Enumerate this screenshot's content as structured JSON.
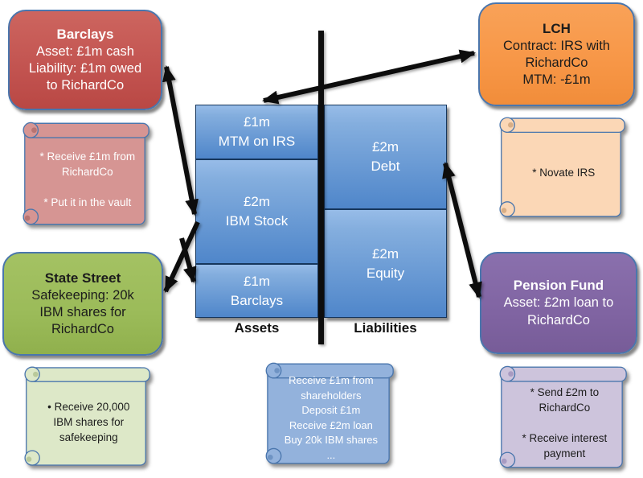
{
  "palette": {
    "barclays_fill": "#c0504d",
    "lch_fill": "#f79646",
    "state_street_fill": "#9bbb59",
    "pension_fund_fill": "#8064a2",
    "barclays_note_fill": "#d69593",
    "lch_note_fill": "#fbd7b6",
    "state_street_note_fill": "#dde8c8",
    "pension_fund_note_fill": "#cdc4dc",
    "center_note_fill": "#93b2dc",
    "balance_sheet_fill_top": "#97bce8",
    "balance_sheet_fill_bottom": "#4f86ca",
    "shape_border": "#4a76ad",
    "arrow_color": "#0d0d0d"
  },
  "entities": {
    "barclays": {
      "title": "Barclays",
      "body": "Asset: £1m cash\nLiability: £1m owed\nto RichardCo",
      "note": "* Receive £1m from\nRichardCo\n\n* Put it in the vault"
    },
    "lch": {
      "title": "LCH",
      "body": "Contract: IRS with\nRichardCo\nMTM: -£1m",
      "note": "* Novate IRS"
    },
    "state_street": {
      "title": "State Street",
      "body": "Safekeeping: 20k\nIBM shares for\nRichardCo",
      "note": "•    Receive 20,000\nIBM shares for\nsafekeeping"
    },
    "pension_fund": {
      "title": "Pension Fund",
      "body": "Asset: £2m loan to\nRichardCo",
      "note": "* Send £2m to\nRichardCo\n\n* Receive interest\npayment"
    }
  },
  "balance_sheet": {
    "assets_label": "Assets",
    "liabilities_label": "Liabilities",
    "assets": [
      {
        "value": "£1m",
        "label": "MTM on IRS"
      },
      {
        "value": "£2m",
        "label": "IBM Stock"
      },
      {
        "value": "£1m",
        "label": "Barclays"
      }
    ],
    "liabilities": [
      {
        "value": "£2m",
        "label": "Debt"
      },
      {
        "value": "£2m",
        "label": "Equity"
      }
    ]
  },
  "center_note": "Receive £1m from\nshareholders\nDeposit £1m\nReceive £2m loan\nBuy 20k IBM shares\n..."
}
